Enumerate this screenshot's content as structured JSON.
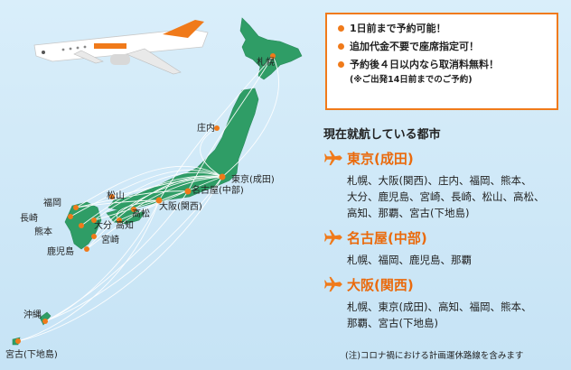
{
  "features": [
    {
      "text": "1日前まで予約可能！"
    },
    {
      "text": "追加代金不要で座席指定可！"
    },
    {
      "text": "予約後４日以内なら取消料無料！"
    }
  ],
  "features_note": "(※ご出発14日前までのご予約)",
  "routes_heading": "現在就航している都市",
  "hubs": [
    {
      "name": "東京(成田)",
      "dest_lines": [
        "札幌、大阪(関西)、庄内、福岡、熊本、",
        "大分、鹿児島、宮崎、長崎、松山、高松、",
        "高知、那覇、宮古(下地島)"
      ]
    },
    {
      "name": "名古屋(中部)",
      "dest_lines": [
        "札幌、福岡、鹿児島、那覇"
      ]
    },
    {
      "name": "大阪(関西)",
      "dest_lines": [
        "札幌、東京(成田)、高知、福岡、熊本、",
        "那覇、宮古(下地島)"
      ]
    }
  ],
  "footnote": "(注)コロナ禍における計画運休路線を含みます",
  "cities": [
    {
      "name": "札幌"
    },
    {
      "name": "庄内"
    },
    {
      "name": "東京(成田)"
    },
    {
      "name": "名古屋(中部)"
    },
    {
      "name": "大阪(関西)"
    },
    {
      "name": "松山"
    },
    {
      "name": "高松"
    },
    {
      "name": "福岡"
    },
    {
      "name": "長崎"
    },
    {
      "name": "熊本"
    },
    {
      "name": "大分"
    },
    {
      "name": "高知"
    },
    {
      "name": "宮崎"
    },
    {
      "name": "鹿児島"
    },
    {
      "name": "沖縄"
    },
    {
      "name": "宮古(下地島)"
    }
  ],
  "colors": {
    "accent": "#f07a1a",
    "sea": "#cfe8f6",
    "land": "#33a06a"
  }
}
